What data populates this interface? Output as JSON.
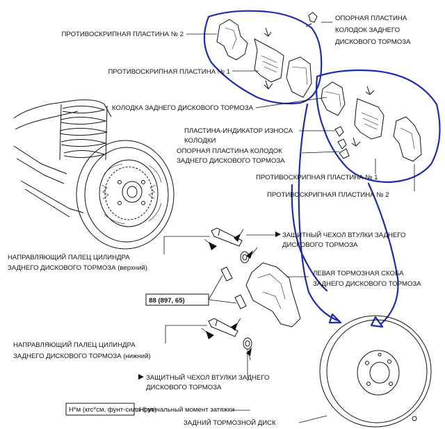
{
  "labels": {
    "antisqueal_shim_2_top": "ПРОТИВОСКРИПНАЯ ПЛАСТИНА № 2",
    "antisqueal_shim_1_top": "ПРОТИВОСКРИПНАЯ ПЛАСТИНА № 1",
    "support_plate": [
      "ОПОРНАЯ ПЛАСТИНА",
      "КОЛОДОК ЗАДНЕГО",
      "ДИСКОВОГО ТОРМОЗА"
    ],
    "brake_pad": "КОЛОДКА ЗАДНЕГО ДИСКОВОГО ТОРМОЗА",
    "wear_indicator": [
      "ПЛАСТИНА-ИНДИКАТОР ИЗНОСА",
      "КОЛОДКИ"
    ],
    "support_plate_2": [
      "ОПОРНАЯ ПЛАСТИНА КОЛОДОК",
      "ЗАДНЕГО ДИСКОВОГО ТОРМОЗА"
    ],
    "antisqueal_shim_1_right": "ПРОТИВОСКРИПНАЯ ПЛАСТИНА № 1",
    "antisqueal_shim_2_right": "ПРОТИВОСКРИПНАЯ ПЛАСТИНА № 2",
    "boot_top": [
      "ЗАЩИТНЫЙ ЧЕХОЛ ВТУЛКИ ЗАДНЕГО",
      "ДИСКОВОГО ТОРМОЗА"
    ],
    "guide_pin_upper": [
      "НАПРАВЛЯЮЩИЙ ПАЛЕЦ ЦИЛИНДРА",
      "ЗАДНЕГО ДИСКОВОГО ТОРМОЗА (верхний)"
    ],
    "caliper": [
      "ЛЕВАЯ ТОРМОЗНАЯ СКОБА",
      "ЗАДНЕГО ДИСКОВОГО ТОРМОЗА"
    ],
    "torque": "88 (897, 65)",
    "guide_pin_lower": [
      "НАПРАВЛЯЮЩИЙ ПАЛЕЦ ЦИЛИНДРА",
      "ЗАДНЕГО ДИСКОВОГО ТОРМОЗА (нижний)"
    ],
    "boot_bottom": [
      "ЗАЩИТНЫЙ ЧЕХОЛ ВТУЛКИ ЗАДНЕГО",
      "ДИСКОВОГО ТОРМОЗА"
    ],
    "legend_box": "Н*м (кгс*см, фунт-сила-фут)",
    "legend_text": ": Номинальный момент затяжки",
    "disc": "ЗАДНИЙ ТОРМОЗНОЙ ДИСК"
  },
  "colors": {
    "annotation": "#1c2bb0",
    "ink": "#111111",
    "background": "#ffffff"
  },
  "icons": {
    "install_direction": "black-arrow-icon",
    "reuse_mark": "arrow-icon"
  }
}
